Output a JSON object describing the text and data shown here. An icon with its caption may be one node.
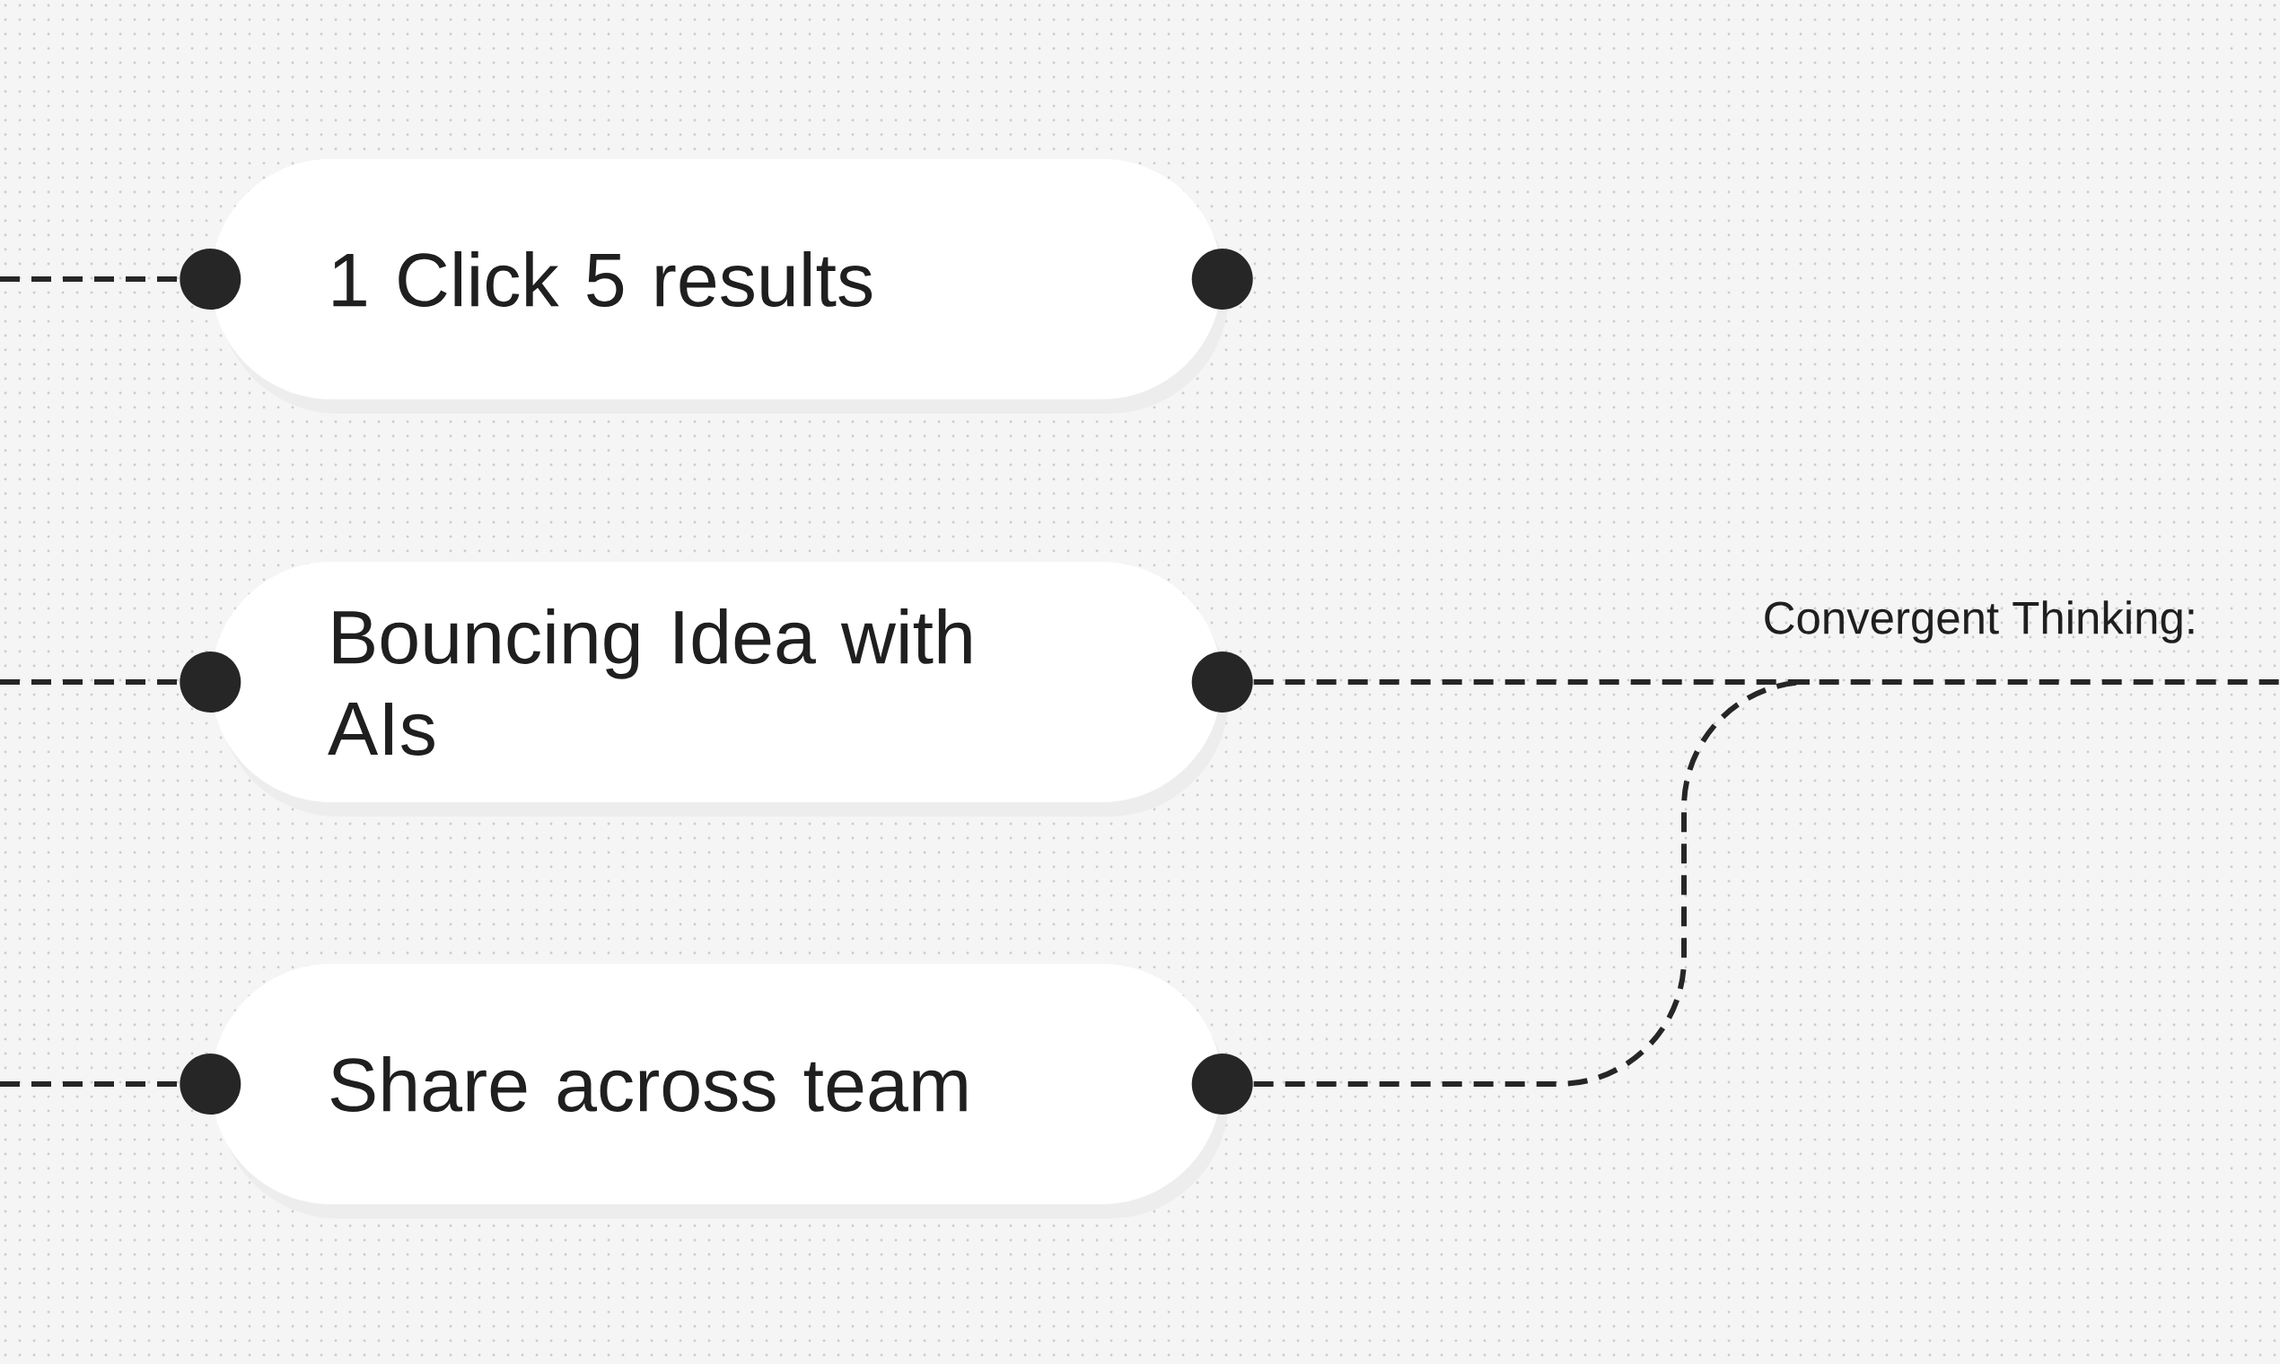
{
  "diagram": {
    "nodes": [
      {
        "text": [
          "1 Click 5 results"
        ]
      },
      {
        "text": [
          "Bouncing Idea with AIs"
        ]
      },
      {
        "text": [
          "Share across team"
        ]
      }
    ],
    "edges": [
      {
        "from": null,
        "to": 0,
        "arrow": "none",
        "style": "dashed"
      },
      {
        "from": null,
        "to": 1,
        "arrow": "none",
        "style": "dashed"
      },
      {
        "from": null,
        "to": 2,
        "arrow": "none",
        "style": "dashed"
      },
      {
        "from": 1,
        "to": null,
        "arrow": "none",
        "style": "dashed"
      },
      {
        "from": 2,
        "to": null,
        "arrow": "none",
        "style": "dashed"
      }
    ],
    "labels": [
      "Convergent Thinking:"
    ]
  }
}
